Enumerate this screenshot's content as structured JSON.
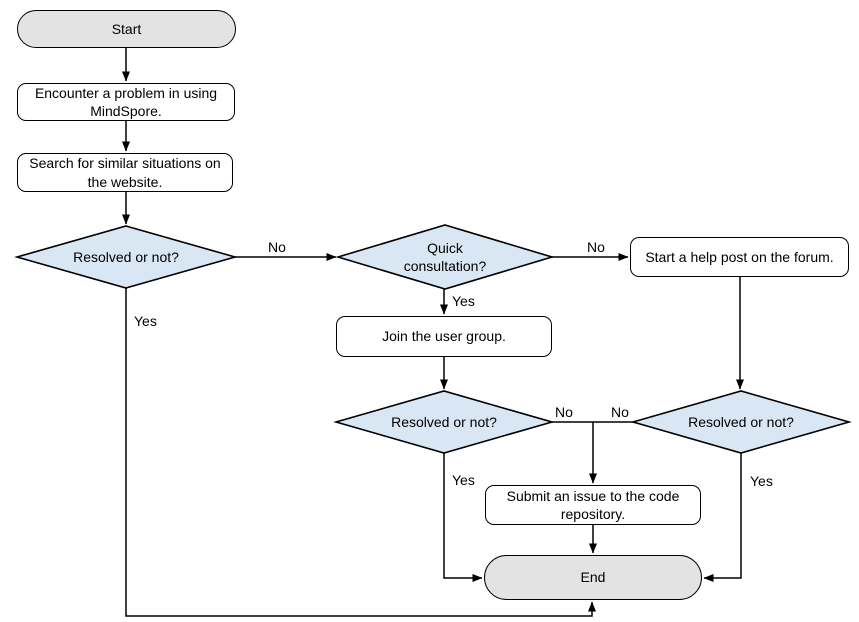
{
  "colors": {
    "decision_fill": "#d9e7f5",
    "terminal_fill": "#e3e3e3",
    "process_fill": "#ffffff",
    "stroke": "#000000"
  },
  "nodes": {
    "start": "Start",
    "encounter": "Encounter a problem in using MindSpore.",
    "search": "Search for similar situations on the website.",
    "resolved1": "Resolved or not?",
    "quick": "Quick consultation?",
    "forum": "Start a help post on the forum.",
    "join": "Join the user group.",
    "resolved2": "Resolved or not?",
    "resolved3": "Resolved or not?",
    "submit": "Submit an issue to the code repository.",
    "end": "End"
  },
  "edge_labels": {
    "resolved1_no": "No",
    "resolved1_yes": "Yes",
    "quick_no": "No",
    "quick_yes": "Yes",
    "resolved2_no": "No",
    "resolved2_yes": "Yes",
    "resolved3_no": "No",
    "resolved3_yes": "Yes"
  }
}
